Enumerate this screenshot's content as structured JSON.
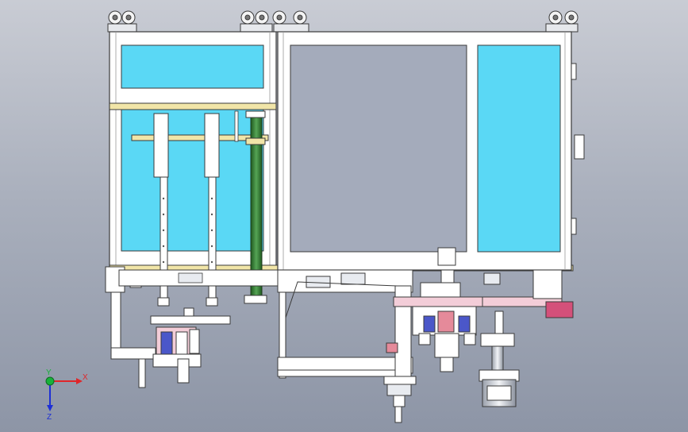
{
  "viewport": {
    "background_top": "#c9ccd4",
    "background_bottom": "#8d95a6"
  },
  "colors": {
    "glass": "#5ad8f5",
    "frame": "#ffffff",
    "frame_edge": "#3a3a3a",
    "rail": "#f1e5a8",
    "rod": "#3e8a3e",
    "pink": "#e58a9a",
    "magenta": "#d4507a",
    "light_pink": "#f3cdd8",
    "blue_part": "#4b57c9",
    "cylinder": "#d7dbe4"
  },
  "triad": {
    "x_label": "X",
    "y_label": "Y",
    "z_label": "Z",
    "x_color": "#e0262a",
    "y_color": "#18b23a",
    "z_color": "#1d2fd6"
  }
}
